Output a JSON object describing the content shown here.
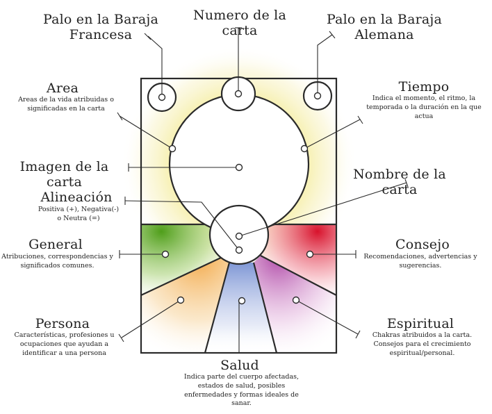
{
  "labels": {
    "palo_francesa": "Palo en la Baraja\nFrancesa",
    "numero": "Numero de la carta",
    "palo_alemana": "Palo en la Baraja\nAlemana",
    "area_title": "Area",
    "area_desc": "Areas de la vida atribuidas o\nsignificadas en la carta",
    "tiempo_title": "Tiempo",
    "tiempo_desc": "Indica el momento, el ritmo, la\ntemporada o la duración en la que\nactua",
    "imagen": "Imagen de la carta",
    "nombre": "Nombre de la carta",
    "alineacion_title": "Alineación",
    "alineacion_desc": "Positiva (+), Negativa(-)\no Neutra (=)",
    "general_title": "General",
    "general_desc": "Atribuciones, correspondencias y\nsignificados comunes.",
    "consejo_title": "Consejo",
    "consejo_desc": "Recomendaciones, advertencias y\nsugerencias.",
    "persona_title": "Persona",
    "persona_desc": "Características, profesiones u\nocupaciones que ayudan a\nidentificar a una persona",
    "espiritual_title": "Espiritual",
    "espiritual_desc": "Chakras atribuidos a la carta.\nConsejos para el crecimiento\nespiritual/personal.",
    "salud_title": "Salud",
    "salud_desc": "Indica parte del cuerpo afectadas,\nestados de salud, posibles\nenfermedades y formas ideales de\nsanar."
  },
  "colors": {
    "general": "#5faa2a",
    "persona": "#f5b860",
    "salud": "#8aa0d8",
    "espiritual": "#c070b8",
    "consejo": "#e0283c",
    "halo": "#f4ec9a"
  }
}
